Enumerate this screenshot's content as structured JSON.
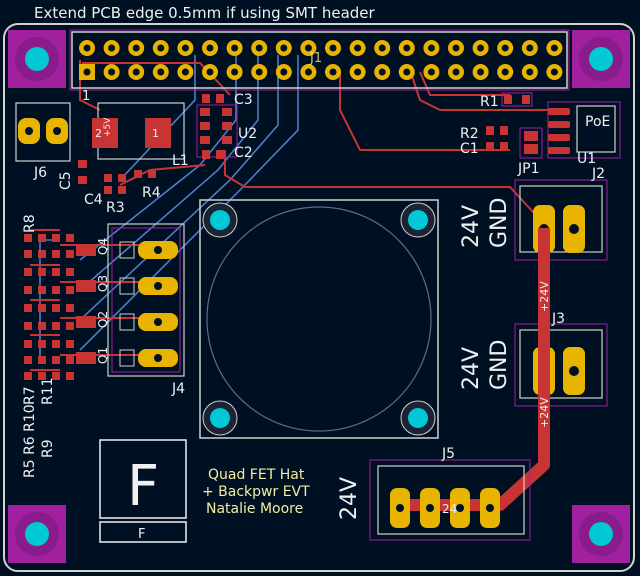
{
  "colors": {
    "background": "#001023",
    "edge": "#d0d2cd",
    "copper_front": "#c83434",
    "copper_back": "#4d7fc4",
    "pad": "#e8b400",
    "courtyard": "#a020a0",
    "via": "#00c8d4",
    "silk": "#f0f0f0",
    "silk_yellow": "#f2eda1"
  },
  "notes": {
    "top": "Extend PCB edge 0.5mm if using SMT header"
  },
  "header": {
    "ref": "J1",
    "pin1": "1"
  },
  "labels": {
    "r1": "R1",
    "r2": "R2",
    "c1": "C1",
    "u1": "U1",
    "jp1": "JP1",
    "poe": "PoE",
    "c3": "C3",
    "u2": "U2",
    "c2": "C2",
    "l1": "L1",
    "j6": "J6",
    "c5": "C5",
    "c4": "C4",
    "r3": "R3",
    "r4": "R4",
    "r8": "R8",
    "r7": "R7",
    "r11": "R11",
    "left_refs_1": "R5 R6 R10",
    "left_refs_2": "R9",
    "q1": "Q1",
    "q2": "Q2",
    "q3": "Q3",
    "q4": "Q4",
    "j4": "J4",
    "j2": "J2",
    "j3": "J3",
    "j5": "J5",
    "plus5v": "+5V",
    "pin1": "1",
    "pad_num": "1",
    "v24": "24V",
    "gnd": "GND",
    "net_24v": "+24V",
    "net_24": "24",
    "logo": "F",
    "logo_tag": "F",
    "title_1": "Quad FET Hat",
    "title_2": "+ Backpwr EVT",
    "title_3": "Natalie Moore"
  }
}
